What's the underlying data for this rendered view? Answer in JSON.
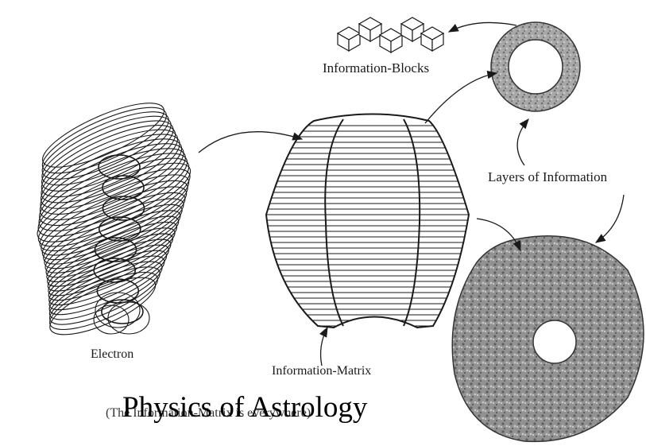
{
  "labels": {
    "information_blocks": "Information-Blocks",
    "layers_of_information": "Layers of Information",
    "electron": "Electron",
    "information_matrix": "Information-Matrix",
    "caption": "(The Information-Matrix is everywhere)",
    "overlay_title": "Physics of Astrology"
  },
  "colors": {
    "ink": "#1a1a1a",
    "ring_fill": "#9a9a9a",
    "disk_fill": "#8c8c8c",
    "background": "#ffffff"
  }
}
